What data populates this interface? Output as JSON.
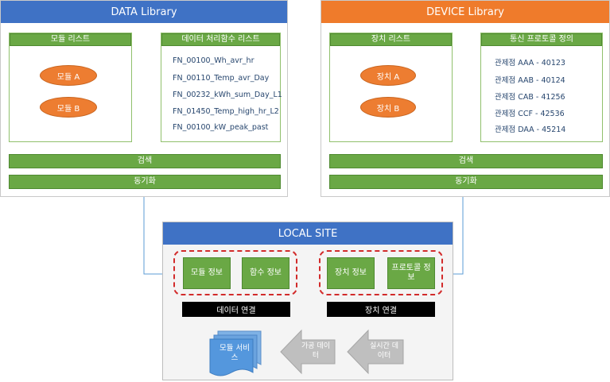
{
  "data_library": {
    "title": "DATA Library",
    "module_list_title": "모듈 리스트",
    "function_list_title": "데이터 처리함수 리스트",
    "modules": [
      "모듈 A",
      "모듈 B"
    ],
    "functions": [
      "FN_00100_Wh_avr_hr",
      "FN_00110_Temp_avr_Day",
      "FN_00232_kWh_sum_Day_L1",
      "FN_01450_Temp_high_hr_L2",
      "FN_00100_kW_peak_past"
    ],
    "search_label": "검색",
    "sync_label": "동기화"
  },
  "device_library": {
    "title": "DEVICE Library",
    "device_list_title": "장치 리스트",
    "protocol_title": "통신 프로토콜 정의",
    "devices": [
      "장치 A",
      "장치 B"
    ],
    "protocols": [
      "관제점 AAA - 40123",
      "관제점 AAB - 40124",
      "관제점 CAB - 41256",
      "관제점 CCF - 42536",
      "관제점 DAA - 45214"
    ],
    "search_label": "검색",
    "sync_label": "동기화"
  },
  "local_site": {
    "title": "LOCAL SITE",
    "module_info": "모듈 정보",
    "function_info": "함수 정보",
    "device_info": "장치 정보",
    "protocol_info": "프로토콜 정보",
    "data_link": "데이터 연결",
    "device_link": "장치 연결",
    "module_service": "모듈 서비스",
    "processed_data": "가공 데이터",
    "realtime_data": "실시간 데이터"
  },
  "colors": {
    "header_blue": "#3f72c5",
    "header_orange": "#ef7b2b",
    "green": "#6aa845",
    "oval": "#ed7d31",
    "dashed_red": "#d22b2b"
  }
}
